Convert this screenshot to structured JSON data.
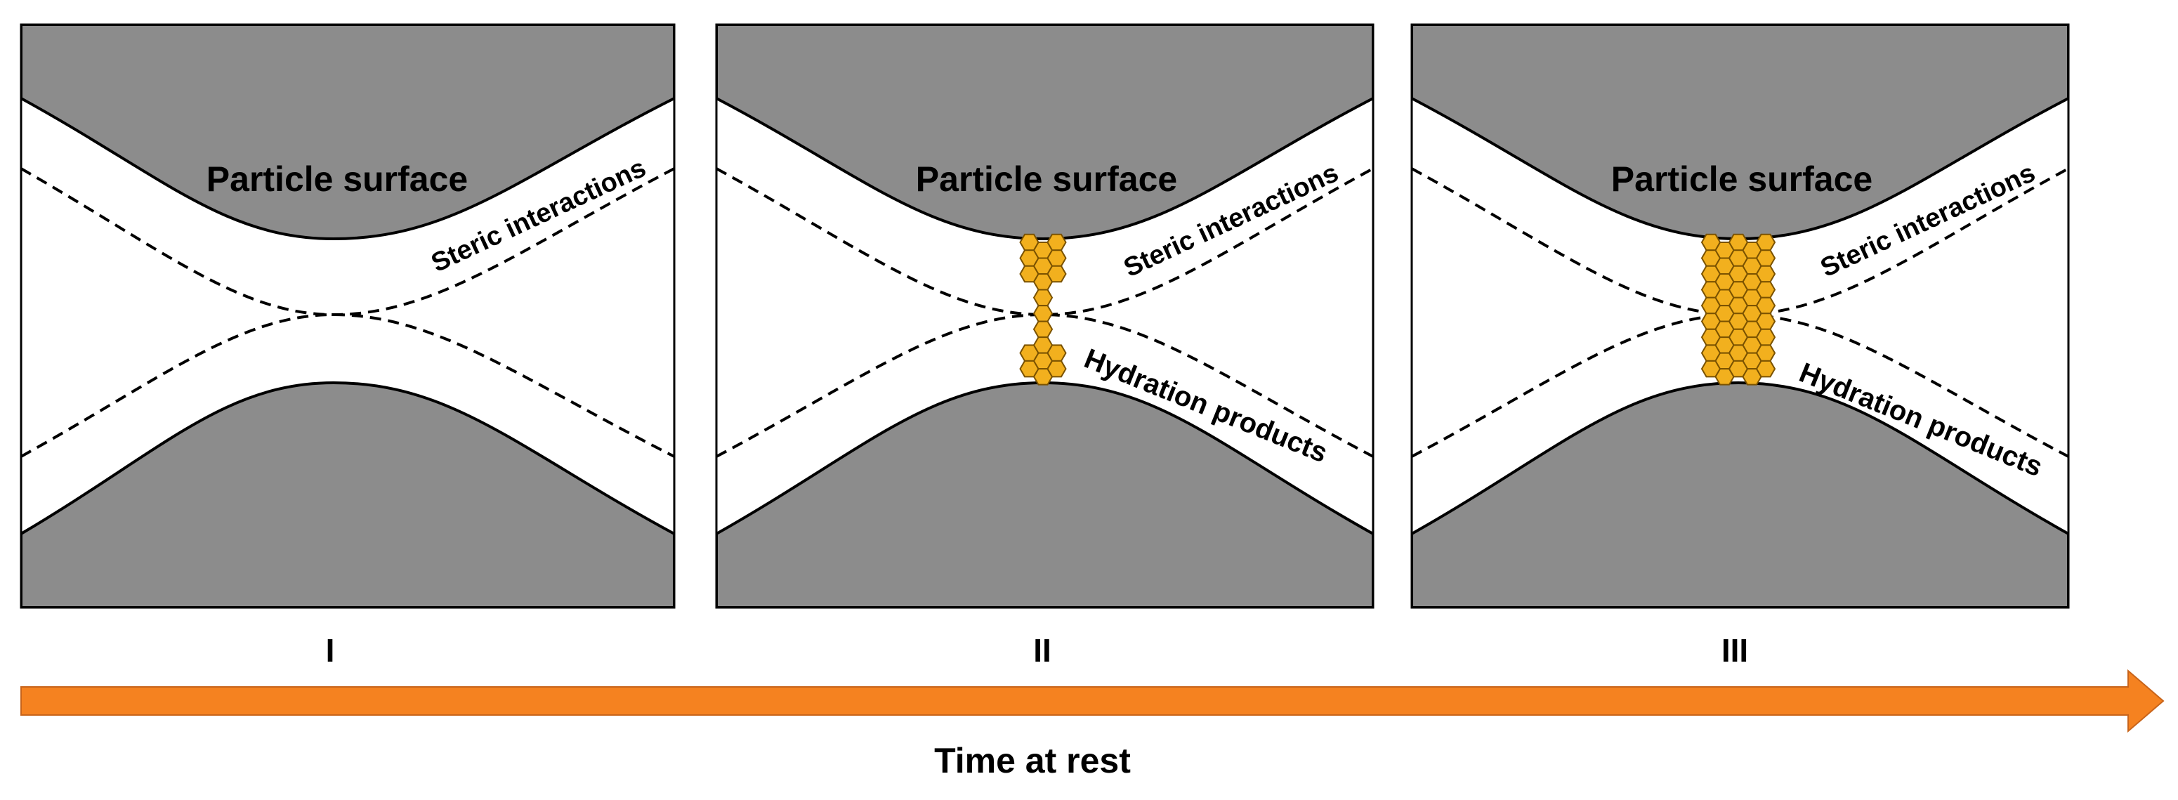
{
  "colors": {
    "particle_fill": "#8c8c8c",
    "background": "#ffffff",
    "outline": "#000000",
    "hydration_fill": "#f2b01e",
    "hydration_stroke": "#7a5200",
    "arrow_fill": "#f58220",
    "arrow_stroke": "#c8641a"
  },
  "panels": [
    {
      "label": "I",
      "surface_label": "Particle surface",
      "steric_label": "Steric interactions",
      "hydration_label": "",
      "hydration_level": 0
    },
    {
      "label": "II",
      "surface_label": "Particle surface",
      "steric_label": "Steric interactions",
      "hydration_label": "Hydration products",
      "hydration_level": 1
    },
    {
      "label": "III",
      "surface_label": "Particle surface",
      "steric_label": "Steric interactions",
      "hydration_label": "Hydration products",
      "hydration_level": 2
    }
  ],
  "arrow": {
    "label": "Time at rest",
    "icon": "right-arrow-icon"
  }
}
